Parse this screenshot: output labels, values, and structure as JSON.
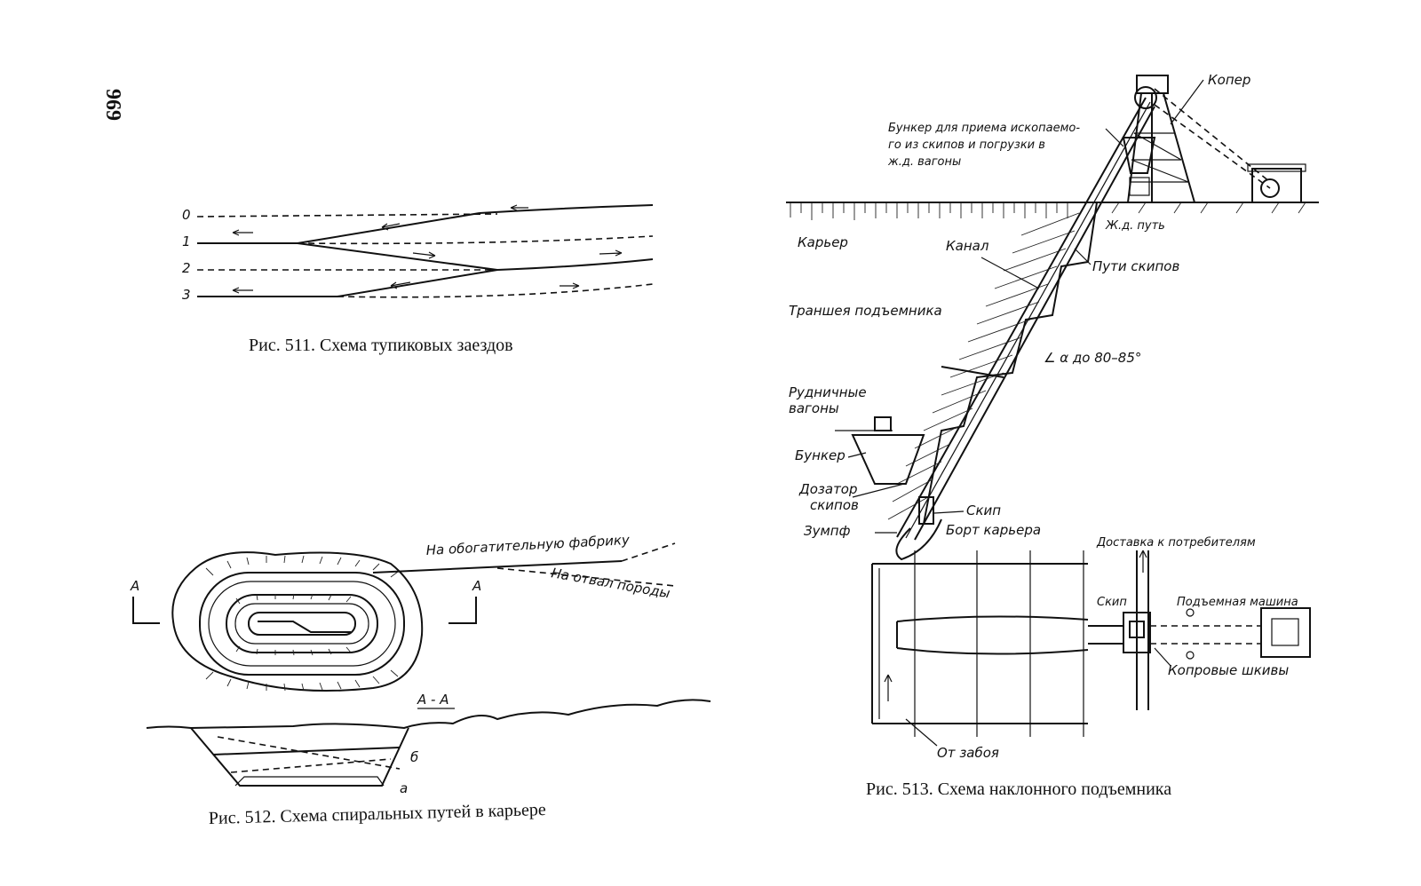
{
  "page_number": "969",
  "fig511": {
    "caption": "Рис. 511. Схема тупиковых заездов",
    "track_labels": [
      "0",
      "1",
      "2",
      "3"
    ]
  },
  "fig512": {
    "caption": "Рис. 512. Схема спиральных путей в карьере",
    "label_plant": "На обогатительную фабрику",
    "label_dump": "На отвал породы",
    "section_mark": "А",
    "section_title": "А - А",
    "label_b": "б",
    "label_a": "а"
  },
  "fig513": {
    "caption": "Рис. 513. Схема наклонного подъемника",
    "labels": {
      "headframe": "Копер",
      "bunker_top_1": "Бункер для приема ископаемо-",
      "bunker_top_2": "го из скипов и погрузки в",
      "bunker_top_3": "ж.д. вагоны",
      "rail": "Ж.д. путь",
      "quarry": "Карьер",
      "channel": "Канал",
      "skip_tracks": "Пути скипов",
      "trench": "Траншея подъемника",
      "angle": "∠ α до 80–85°",
      "mine_cars_1": "Рудничные",
      "mine_cars_2": "вагоны",
      "bunker": "Бункер",
      "doser_1": "Дозатор",
      "doser_2": "скипов",
      "skip": "Скип",
      "sump": "Зумпф",
      "quarry_wall": "Борт карьера",
      "delivery": "Доставка к потребителям",
      "skip_plan": "Скип",
      "hoist": "Подъемная машина",
      "sheaves": "Копровые шкивы",
      "from_face": "От забоя"
    }
  }
}
